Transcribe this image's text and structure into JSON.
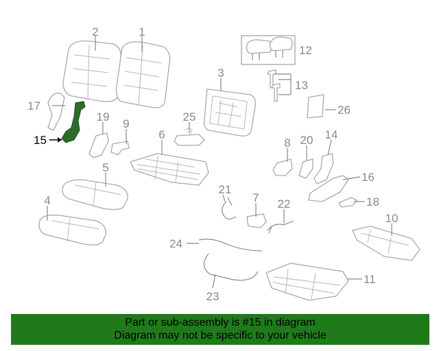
{
  "diagram": {
    "highlight_color": "#2e6b2a",
    "highlighted_part": "15",
    "callouts": [
      "1",
      "2",
      "3",
      "4",
      "5",
      "6",
      "7",
      "8",
      "9",
      "10",
      "11",
      "12",
      "13",
      "14",
      "15",
      "16",
      "17",
      "18",
      "19",
      "20",
      "21",
      "22",
      "23",
      "24",
      "25",
      "26"
    ]
  },
  "banner": {
    "background": "#1f7a1a",
    "line1": "Part or sub-assembly is #15 in diagram",
    "line2": "Diagram may not be specific to your vehicle"
  }
}
